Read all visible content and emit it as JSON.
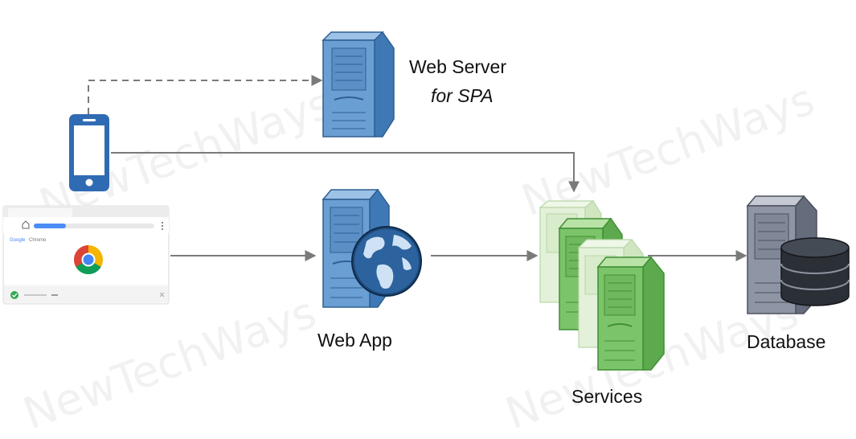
{
  "labels": {
    "web_server": "Web Server",
    "web_server_sub": "for SPA",
    "web_app": "Web App",
    "services": "Services",
    "database": "Database"
  },
  "browser": {
    "brand_google": "Google",
    "brand_chrome": "Chrome"
  },
  "watermark": "NewTechWays",
  "colors": {
    "server_blue": "#6a9fd4",
    "server_green": "#7cc46a",
    "server_pale_green": "#d4ebc7",
    "server_gray": "#8e95a4",
    "arrow": "#7a7a7a",
    "phone": "#2f6bb3"
  }
}
